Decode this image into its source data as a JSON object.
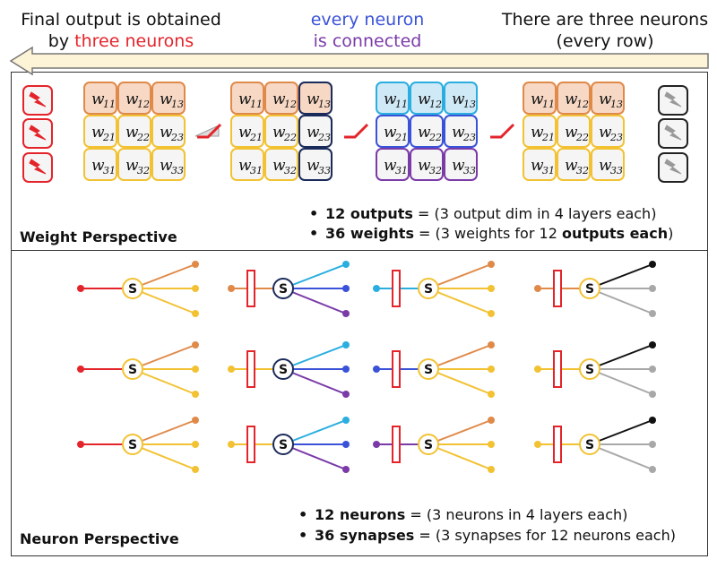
{
  "header": {
    "left_line1": "Final output is obtained",
    "left_line2_prefix": "by ",
    "left_line2_red": "three neurons",
    "mid_line1": "every neuron",
    "mid_line2": "is connected",
    "right_line1": "There are three neurons",
    "right_line2": "(every row)"
  },
  "colors": {
    "red": "#e4242b",
    "blue": "#3a52d8",
    "purple": "#7a3aa8",
    "orange": "#e08a4a",
    "yellow": "#f2c233",
    "cyan": "#2aaee0",
    "gray": "#a8a8a8",
    "navy": "#1a2a5a",
    "arrow_fill": "#fdf3d6"
  },
  "weight_panel": {
    "title": "Weight Perspective",
    "bullet1_bold": "12 outputs",
    "bullet1_rest": " = (3 output dim in 4 layers each)",
    "bullet2_bold": "36 weights",
    "bullet2_mid": " = (3 weights for 12 ",
    "bullet2_bold2": "outputs each",
    "bullet2_end": ")"
  },
  "neuron_panel": {
    "title": "Neuron Perspective",
    "bullet1_bold": "12 neurons",
    "bullet1_rest": " = (3 neurons in 4 layers each)",
    "bullet2_bold": "36 synapses",
    "bullet2_rest": " = (3 synapses for 12 neurons each)",
    "node_label": "S"
  },
  "weights": [
    [
      "11",
      "12",
      "13"
    ],
    [
      "21",
      "22",
      "23"
    ],
    [
      "31",
      "32",
      "33"
    ]
  ],
  "weight_symbol": "w"
}
